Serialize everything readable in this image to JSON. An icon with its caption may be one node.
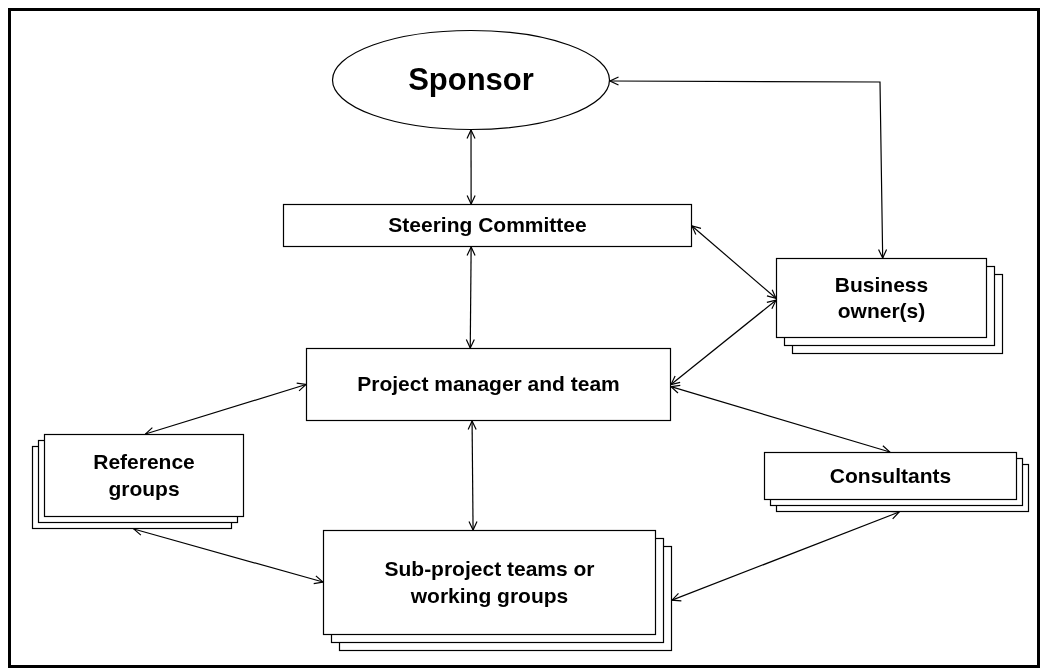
{
  "diagram": {
    "nodes": [
      {
        "text": [
          "Sponsor"
        ]
      },
      {
        "text": [
          "Steering Committee"
        ]
      },
      {
        "text": [
          "Business owner(s)"
        ]
      },
      {
        "text": [
          "Project manager and team"
        ]
      },
      {
        "text": [
          "Reference groups"
        ]
      },
      {
        "text": [
          "Consultants"
        ]
      },
      {
        "text": [
          "Sub-project teams or working groups"
        ]
      }
    ],
    "edges": [
      {
        "from": 0,
        "to": 1,
        "arrow": "both"
      },
      {
        "from": 0,
        "to": 2,
        "arrow": "both"
      },
      {
        "from": 1,
        "to": 2,
        "arrow": "both"
      },
      {
        "from": 3,
        "to": 2,
        "arrow": "both"
      },
      {
        "from": 1,
        "to": 3,
        "arrow": "both"
      },
      {
        "from": 3,
        "to": 4,
        "arrow": "both"
      },
      {
        "from": 3,
        "to": 5,
        "arrow": "both"
      },
      {
        "from": 3,
        "to": 6,
        "arrow": "both"
      },
      {
        "from": 4,
        "to": 6,
        "arrow": "both"
      },
      {
        "from": 5,
        "to": 6,
        "arrow": "both"
      }
    ]
  }
}
